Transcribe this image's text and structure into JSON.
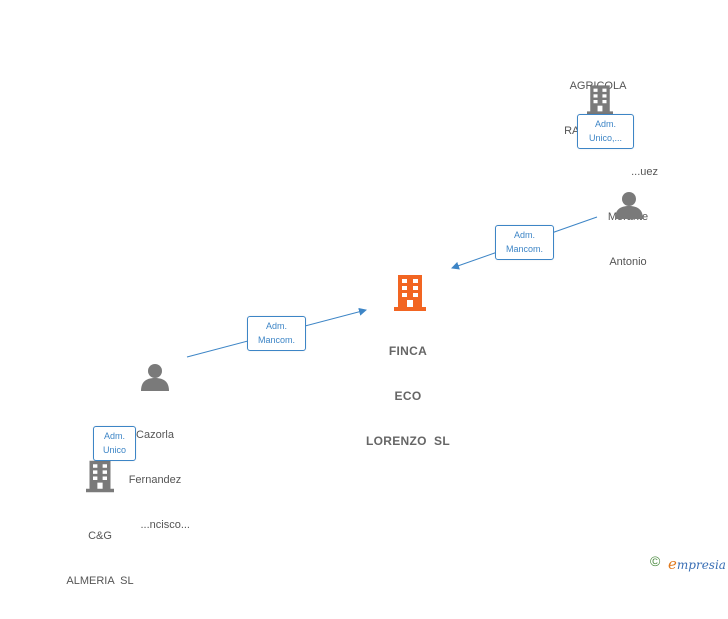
{
  "colors": {
    "accent_node": "#f26522",
    "node_gray": "#7a7a7a",
    "edge_blue": "#3d85c6"
  },
  "nodes": {
    "finca": {
      "lines": [
        "FINCA",
        "ECO",
        "LORENZO  SL"
      ],
      "icon": "building-icon"
    },
    "agricola": {
      "lines": [
        "AGRICOLA",
        "RAMOAN  SL"
      ],
      "icon": "building-icon"
    },
    "morante": {
      "lines": [
        "...uez",
        "Morante",
        "Antonio"
      ],
      "icon": "person-icon"
    },
    "cazorla": {
      "lines": [
        "Cazorla",
        "Fernandez",
        "...ncisco..."
      ],
      "icon": "person-icon"
    },
    "cg": {
      "lines": [
        "C&G",
        "ALMERIA  SL"
      ],
      "icon": "building-icon"
    }
  },
  "edges": {
    "morante_finca": {
      "badge": [
        "Adm.",
        "Mancom."
      ]
    },
    "cazorla_finca": {
      "badge": [
        "Adm.",
        "Mancom."
      ]
    },
    "agricola_morante": {
      "badge": [
        "Adm.",
        "Unico,..."
      ]
    },
    "cg_cazorla": {
      "badge": [
        "Adm.",
        "Unico"
      ]
    }
  },
  "footer": {
    "copyright": "©",
    "brand_first": "e",
    "brand_rest": "mpresia"
  }
}
